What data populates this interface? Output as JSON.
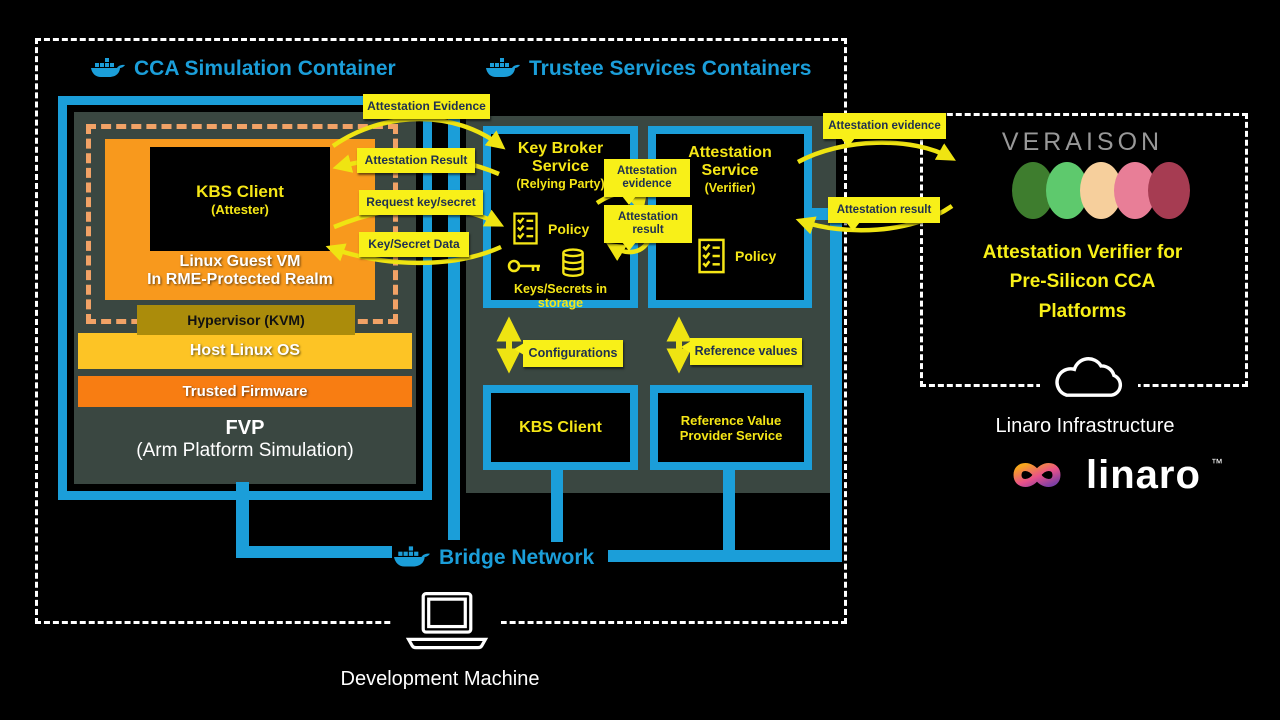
{
  "colors": {
    "docker_blue": "#1b9ed9",
    "slate": "#3a4741",
    "orange": "#f8991d",
    "orange_dash": "#f1a266",
    "olive": "#ab8c0b",
    "gold": "#fdc425",
    "firmware_orange": "#f87d12",
    "label_yellow": "#f8f018",
    "label_text": "#1f3050",
    "icon_yellow": "#f5e616",
    "veraison_gray": "#989898"
  },
  "cca": {
    "title": "CCA Simulation Container",
    "kbs_client": {
      "title": "KBS Client",
      "subtitle": "(Attester)"
    },
    "vm_line1": "Linux Guest VM",
    "vm_line2": "In RME-Protected Realm",
    "hypervisor": "Hypervisor (KVM)",
    "host_os": "Host Linux OS",
    "firmware": "Trusted Firmware",
    "fvp_line1": "FVP",
    "fvp_line2": "(Arm Platform Simulation)"
  },
  "trustee": {
    "title": "Trustee Services Containers",
    "key_broker": {
      "line1": "Key Broker",
      "line2": "Service",
      "subtitle": "(Relying Party)",
      "policy": "Policy",
      "storage": "Keys/Secrets in storage"
    },
    "attestation_service": {
      "line1": "Attestation",
      "line2": "Service",
      "subtitle": "(Verifier)",
      "policy": "Policy"
    },
    "kbs_client_label": "KBS Client",
    "rvps_line1": "Reference Value",
    "rvps_line2": "Provider Service"
  },
  "flow_labels": {
    "attestation_evidence": "Attestation Evidence",
    "attestation_result": "Attestation Result",
    "request_key_secret": "Request key/secret",
    "key_secret_data": "Key/Secret Data",
    "mid_evidence": "Attestation evidence",
    "mid_result": "Attestation result",
    "right_evidence": "Attestation evidence",
    "right_result": "Attestation result",
    "configurations": "Configurations",
    "reference_values": "Reference values"
  },
  "network": {
    "bridge": "Bridge Network",
    "dev_machine": "Development Machine"
  },
  "veraison": {
    "logo": "VERAISON",
    "line1": "Attestation Verifier for",
    "line2": "Pre-Silicon CCA",
    "line3": "Platforms",
    "oval_colors": [
      "#3e7d2e",
      "#5ec96d",
      "#f6cf9c",
      "#e87e97",
      "#a63c52"
    ],
    "infra": "Linaro Infrastructure",
    "linaro": "linaro",
    "tm": "™"
  }
}
